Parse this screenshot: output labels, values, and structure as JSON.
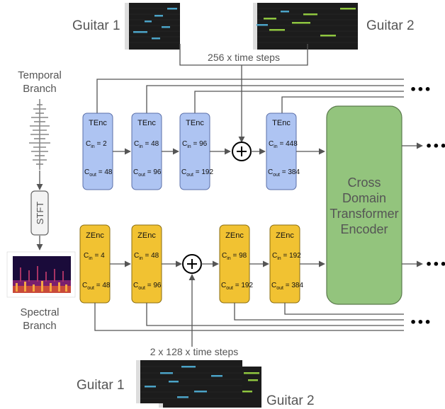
{
  "inputs": {
    "guitar1_top": "Guitar 1",
    "guitar2_top": "Guitar 2",
    "top_shape": "256 x time steps",
    "guitar1_bottom": "Guitar 1",
    "guitar2_bottom": "Guitar 2",
    "bottom_shape": "2 x 128 x time steps"
  },
  "branches": {
    "temporal": [
      "Temporal",
      "Branch"
    ],
    "spectral": [
      "Spectral",
      "Branch"
    ],
    "stft": "STFT"
  },
  "temporal_encoders": [
    {
      "name": "TEnc",
      "cin": "2",
      "cout": "48"
    },
    {
      "name": "TEnc",
      "cin": "48",
      "cout": "96"
    },
    {
      "name": "TEnc",
      "cin": "96",
      "cout": "192"
    },
    {
      "name": "TEnc",
      "cin": "448",
      "cout": "384"
    }
  ],
  "spectral_encoders": [
    {
      "name": "ZEnc",
      "cin": "4",
      "cout": "48"
    },
    {
      "name": "ZEnc",
      "cin": "48",
      "cout": "96"
    },
    {
      "name": "ZEnc",
      "cin": "98",
      "cout": "192"
    },
    {
      "name": "ZEnc",
      "cin": "192",
      "cout": "384"
    }
  ],
  "subscripts": {
    "in": "in",
    "out": "out",
    "c": "C"
  },
  "transformer": [
    "Cross",
    "Domain",
    "Transformer",
    "Encoder"
  ],
  "ellipsis": "•••",
  "colors": {
    "tenc_fill": "#aec4f2",
    "tenc_stroke": "#5b6fa8",
    "zenc_fill": "#f1c232",
    "zenc_stroke": "#8a6d12",
    "transformer_fill": "#93c47d",
    "transformer_stroke": "#5a7a4c",
    "roll_bg": "#1c1c1c",
    "note_blue": "#4ba3c7",
    "note_green": "#8fc63f"
  }
}
